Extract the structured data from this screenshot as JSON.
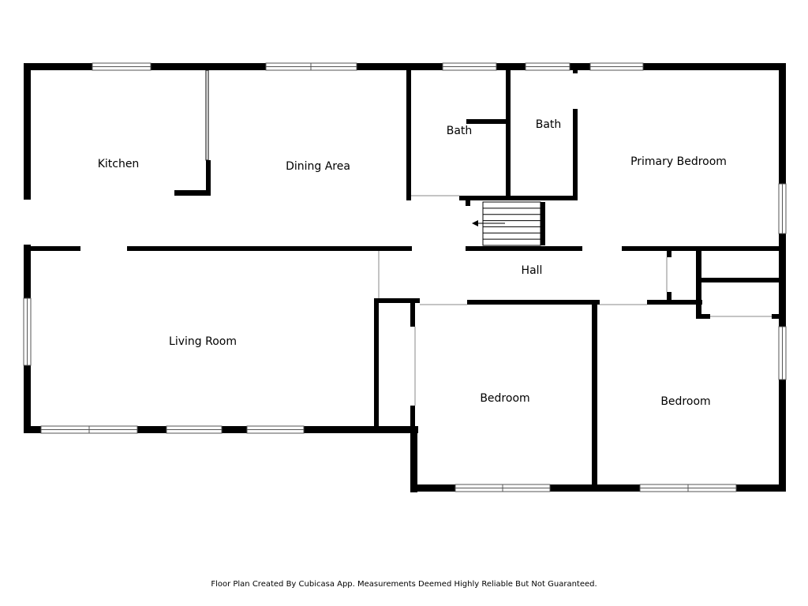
{
  "rooms": {
    "kitchen": "Kitchen",
    "dining": "Dining Area",
    "bath1": "Bath",
    "bath2": "Bath",
    "primary_bedroom": "Primary Bedroom",
    "hall": "Hall",
    "living_room": "Living Room",
    "bedroom1": "Bedroom",
    "bedroom2": "Bedroom"
  },
  "footer": "Floor Plan Created By Cubicasa App. Measurements Deemed Highly Reliable But Not Guaranteed.",
  "colors": {
    "wall": "#000000",
    "background": "#ffffff",
    "window": "#555555"
  },
  "icons": {
    "stair_arrow": "arrow-left-icon"
  }
}
